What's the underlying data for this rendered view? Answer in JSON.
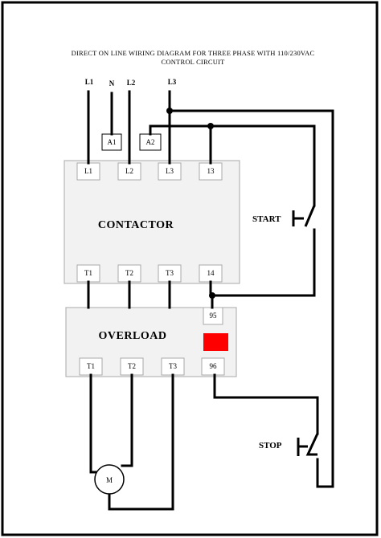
{
  "title": {
    "line1": "DIRECT ON LINE WIRING DIAGRAM FOR THREE PHASE WITH 110/230VAC",
    "line2": "CONTROL CIRCUIT"
  },
  "supply": {
    "L1": "L1",
    "N": "N",
    "L2": "L2",
    "L3": "L3"
  },
  "coil": {
    "a1": "A1",
    "a2": "A2"
  },
  "contactor": {
    "label": "CONTACTOR",
    "top_terminals": [
      "L1",
      "L2",
      "L3",
      "13"
    ],
    "bottom_terminals": [
      "T1",
      "T2",
      "T3",
      "14"
    ]
  },
  "overload": {
    "label": "OVERLOAD",
    "aux_top": "95",
    "aux_bottom": "96",
    "bottom_terminals": [
      "T1",
      "T2",
      "T3"
    ],
    "indicator_color": "#ff0000"
  },
  "start_button": {
    "label": "START"
  },
  "stop_button": {
    "label": "STOP"
  },
  "motor": {
    "label": "M"
  },
  "colors": {
    "wire": "#000000",
    "box_fill": "#f2f2f2",
    "box_border": "#a8a8a8"
  }
}
